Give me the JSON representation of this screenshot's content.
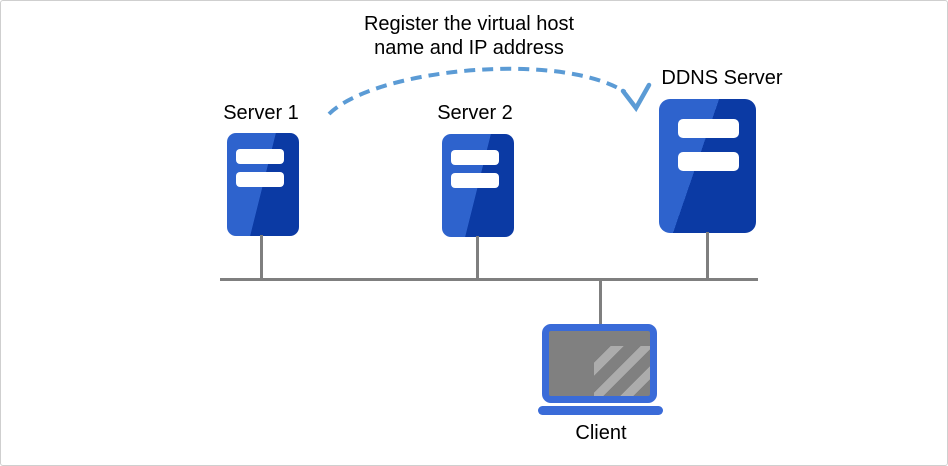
{
  "annotation": {
    "line1": "Register the virtual host",
    "line2": "name and IP address"
  },
  "nodes": {
    "server1": {
      "label": "Server 1"
    },
    "server2": {
      "label": "Server 2"
    },
    "ddns_server": {
      "label": "DDNS Server"
    },
    "client": {
      "label": "Client"
    }
  },
  "icons": {
    "server1": "server-icon",
    "server2": "server-icon",
    "ddns_server": "server-icon",
    "client": "laptop-icon",
    "register_arrow": "dashed-curved-arrow-icon"
  },
  "colors": {
    "server_blue_light": "#2E63CD",
    "server_blue_dark": "#0B3AA4",
    "laptop_blue": "#3A6BD8",
    "screen_gray": "#808080",
    "screen_shine_gray": "#ACACAC",
    "connector_gray": "#7F7F7F",
    "arrow_blue": "#5B9BD5",
    "text_black": "#000000",
    "canvas_border": "#CFCFCF",
    "background": "#FFFFFF"
  }
}
